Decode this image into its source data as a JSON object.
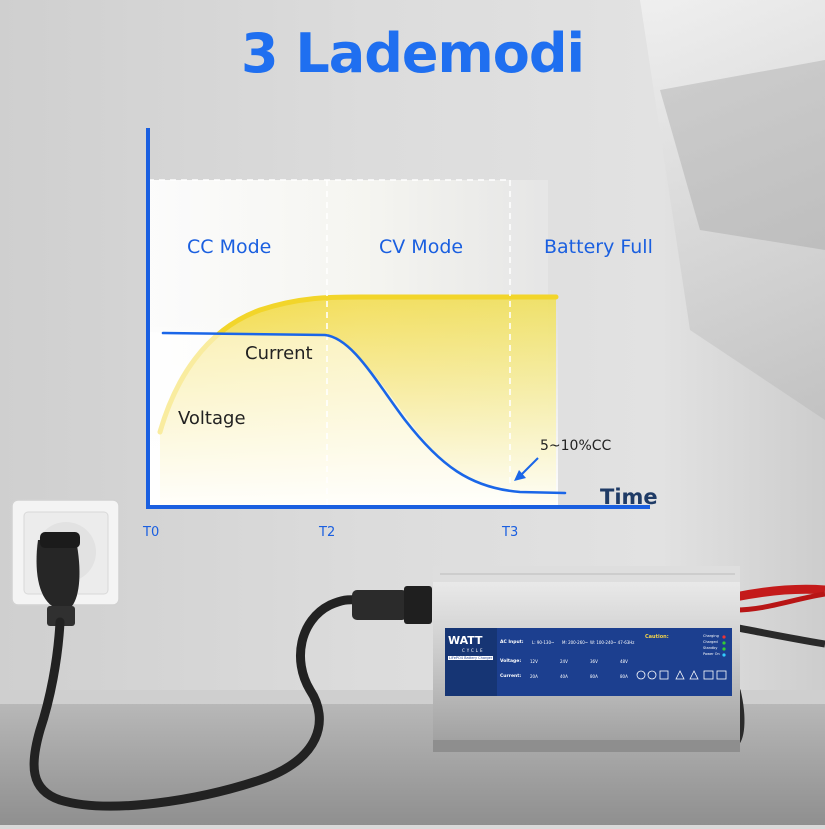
{
  "headline": "3 Lademodi",
  "modes": {
    "cc": "CC Mode",
    "cv": "CV Mode",
    "full": "Battery Full"
  },
  "curves": {
    "current": "Current",
    "voltage": "Voltage",
    "tail": "5~10%CC"
  },
  "axis": {
    "time": "Time",
    "ticks": [
      "T0",
      "T2",
      "T3"
    ]
  },
  "colors": {
    "accent": "#1f6ff0",
    "axis": "#1a5fe0",
    "voltage_fill": "#f1d83a"
  },
  "charger": {
    "brand": "WATT",
    "sub_brand": "CYCLE",
    "product": "LiFePO4 Battery Charger",
    "ac_input_label": "AC Input:",
    "ac_input_values": [
      "L: 90-130~",
      "M: 200-260~",
      "W: 100-240~ 47-63Hz"
    ],
    "voltage_label": "Voltage:",
    "voltage_values": [
      "12V",
      "24V",
      "36V",
      "48V"
    ],
    "current_label": "Current:",
    "current_values": [
      "20A",
      "40A",
      "80A",
      "80A"
    ],
    "caution_title": "Caution:",
    "status": [
      "Charging",
      "Charged",
      "Standby",
      "Power On"
    ]
  }
}
